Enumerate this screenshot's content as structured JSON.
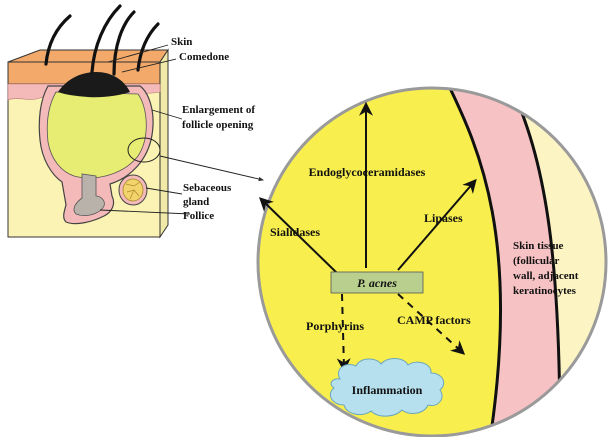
{
  "skin_diagram": {
    "labels": {
      "skin": "Skin",
      "comedone": "Comedone",
      "enlargement_line1": "Enlargement of",
      "enlargement_line2": "follicle opening",
      "sebaceous_line1": "Sebaceous",
      "sebaceous_line2": "gland",
      "follice": "Follice"
    }
  },
  "zoom_view": {
    "center_label": "P. acnes",
    "products": {
      "endoglycoceramidases": "Endoglycoceramidases",
      "sialidases": "Sialidases",
      "lipases": "Lipases",
      "porphyrins": "Porphyrins",
      "camp_factors": "CAMP factors"
    },
    "outcome": "Inflammation",
    "tissue_label": {
      "line1": "Skin tissue",
      "line2": "(follicular",
      "line3": "wall, adjacent",
      "line4": "keratinocytes"
    }
  },
  "colors": {
    "skin_surface": "#f2a96a",
    "tissue": "#fbf3b3",
    "follicle_wall": "#f4b9b9",
    "sebum": "#e7ec72",
    "comedone": "#1a1a1a",
    "zoom_yellow": "#f8ef4e",
    "zoom_pink": "#f7c2c4",
    "zoom_cream": "#fdf4c4",
    "zoom_border": "#9a9a9a",
    "pacnes_box": "#b9cf8e",
    "cloud": "#b7e0ee"
  }
}
